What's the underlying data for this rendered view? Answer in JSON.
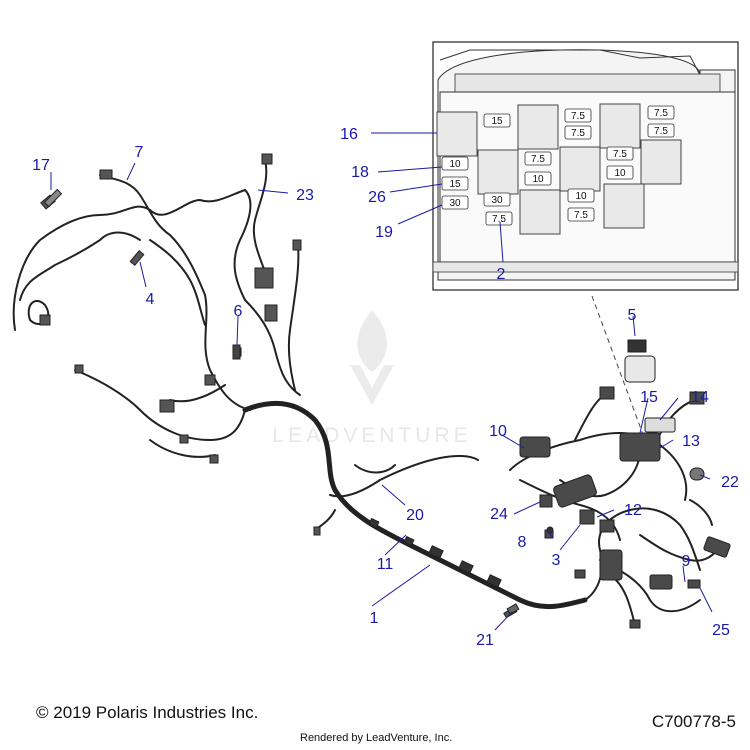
{
  "footer": {
    "copyright": "© 2019 Polaris Industries Inc.",
    "drawing_number": "C700778-5",
    "rendered_by": "Rendered by LeadVenture, Inc."
  },
  "watermark": {
    "text": "LEADVENTURE"
  },
  "colors": {
    "callout": "#1a1aa8",
    "line": "#222222",
    "watermark": "#d9d9d9"
  },
  "fuse_box": {
    "fuse_ratings": [
      "15",
      "7.5",
      "7.5",
      "7.5",
      "7.5",
      "10",
      "7.5",
      "7.5",
      "15",
      "10",
      "10",
      "30",
      "30",
      "10",
      "7.5",
      "7.5"
    ]
  },
  "callouts": [
    "1",
    "2",
    "3",
    "4",
    "5",
    "6",
    "7",
    "8",
    "9",
    "10",
    "11",
    "12",
    "13",
    "14",
    "15",
    "16",
    "17",
    "18",
    "19",
    "20",
    "21",
    "22",
    "23",
    "24",
    "25",
    "26"
  ]
}
